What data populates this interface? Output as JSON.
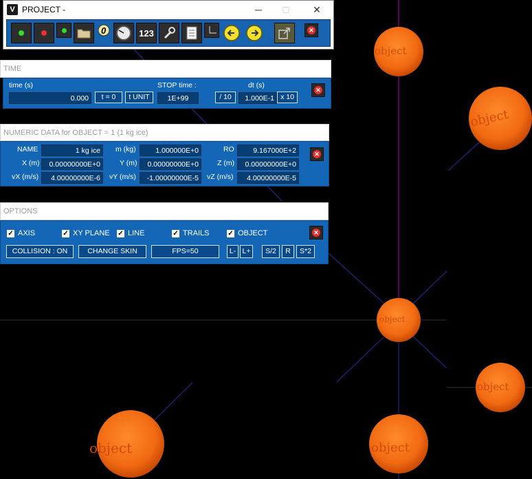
{
  "window": {
    "title": "PROJECT -",
    "app_icon": "V",
    "minimize": "─",
    "maximize": "□",
    "close": "✕"
  },
  "toolbar": {
    "buttons": [
      {
        "name": "run-button",
        "icon": "green-dot-icon"
      },
      {
        "name": "stop-button",
        "icon": "red-dot-icon"
      },
      {
        "name": "step-button",
        "icon": "small-green-dot-icon"
      },
      {
        "name": "open-button",
        "icon": "folder-icon"
      },
      {
        "name": "reset-button",
        "icon": "zero-icon"
      },
      {
        "name": "clock-button",
        "icon": "clock-icon"
      },
      {
        "name": "numeric-button",
        "icon": "numeric-icon",
        "label": "123"
      },
      {
        "name": "tools-button",
        "icon": "wrench-icon"
      },
      {
        "name": "notes-button",
        "icon": "document-icon"
      },
      {
        "name": "axes-button",
        "icon": "axes-icon"
      },
      {
        "name": "previous-button",
        "icon": "arrow-left-icon"
      },
      {
        "name": "next-button",
        "icon": "arrow-right-icon"
      },
      {
        "name": "popout-button",
        "icon": "popout-icon"
      },
      {
        "name": "close-toolbar-button",
        "icon": "close-icon"
      }
    ]
  },
  "time_panel": {
    "header": "TIME",
    "time_label": "time (s)",
    "time_value": "0.000",
    "t0_button": "t = 0",
    "tunit_button": "t UNIT",
    "stop_label": "STOP time :",
    "stop_value": "1E+99",
    "div10_button": "/ 10",
    "dt_label": "dt (s)",
    "dt_value": "1.000E-1",
    "x10_button": "x 10"
  },
  "numeric_panel": {
    "header": "NUMERIC DATA for OBJECT =  1  (1 kg ice)",
    "name_label": "NAME",
    "name_value": "1 kg ice",
    "m_label": "m (kg)",
    "m_value": "1.000000E+0",
    "ro_label": "RO",
    "ro_value": "9.167000E+2",
    "x_label": "X (m)",
    "x_value": "0.00000000E+0",
    "y_label": "Y (m)",
    "y_value": "0.00000000E+0",
    "z_label": "Z (m)",
    "z_value": "0.00000000E+0",
    "vx_label": "vX (m/s)",
    "vx_value": "4.00000000E-6",
    "vy_label": "vY (m/s)",
    "vy_value": "-1.00000000E-5",
    "vz_label": "vZ (m/s)",
    "vz_value": "4.00000000E-5"
  },
  "options_panel": {
    "header": "OPTIONS",
    "checkboxes": [
      "AXIS",
      "XY PLANE",
      "LINE",
      "TRAILS",
      "OBJECT"
    ],
    "check_mark": "✓",
    "collision_button": "COLLISION : ON",
    "skin_button": "CHANGE SKIN",
    "fps_button": "FPS=50",
    "lminus_button": "L-",
    "lplus_button": "L+",
    "shalf_button": "S/2",
    "r_button": "R",
    "sdouble_button": "S*2"
  },
  "scene": {
    "sphere_text": "object",
    "sphere_color": "#f26a12",
    "axis_color": "#b000b0",
    "line_color": "#2a2aa0"
  },
  "colors": {
    "panel": "#1367b6",
    "field": "#073e74"
  }
}
